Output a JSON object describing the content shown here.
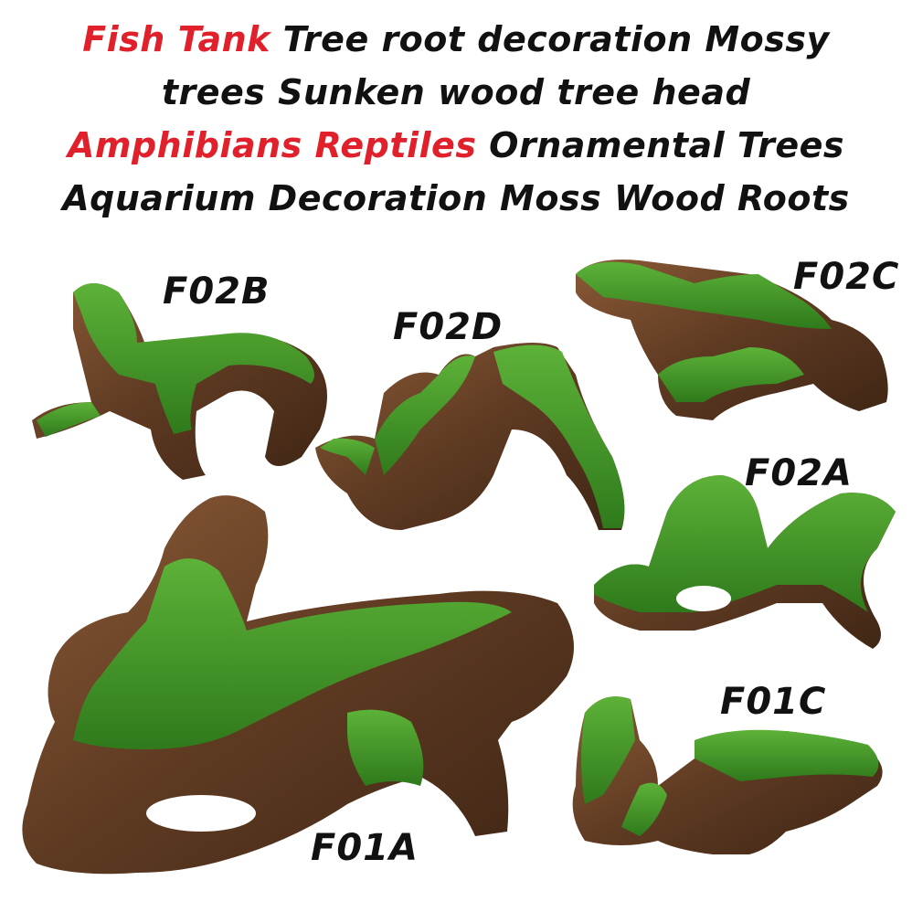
{
  "title": {
    "line1_red": "Fish Tank",
    "line1_black": " Tree root decoration Mossy",
    "line2": "trees Sunken wood tree head",
    "line3_red": "Amphibians Reptiles",
    "line3_black": " Ornamental Trees",
    "line4": "Aquarium Decoration Moss Wood Roots"
  },
  "products": {
    "f02b": "F02B",
    "f02d": "F02D",
    "f02c": "F02C",
    "f02a": "F02A",
    "f01a": "F01A",
    "f01c": "F01C"
  },
  "colors": {
    "title_accent": "#e0202a",
    "moss": "#3f8f26",
    "wood": "#6b4326"
  }
}
